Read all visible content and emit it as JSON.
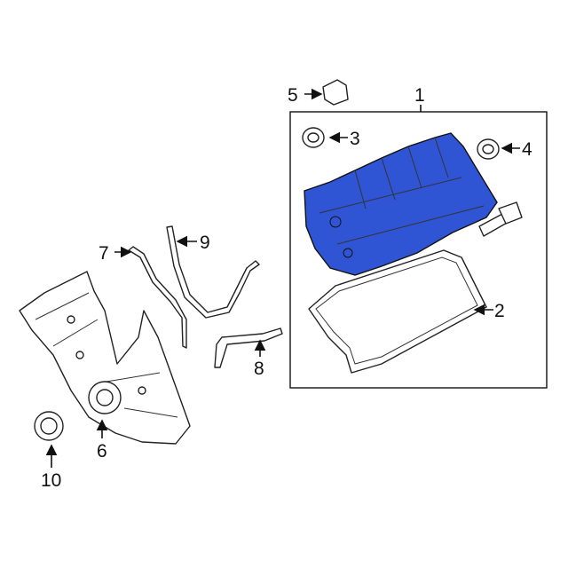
{
  "diagram": {
    "highlight_color": "#2f55d4",
    "callouts": [
      {
        "id": "1",
        "label": "1"
      },
      {
        "id": "2",
        "label": "2"
      },
      {
        "id": "3",
        "label": "3"
      },
      {
        "id": "4",
        "label": "4"
      },
      {
        "id": "5",
        "label": "5"
      },
      {
        "id": "6",
        "label": "6"
      },
      {
        "id": "7",
        "label": "7"
      },
      {
        "id": "8",
        "label": "8"
      },
      {
        "id": "9",
        "label": "9"
      },
      {
        "id": "10",
        "label": "10"
      }
    ]
  }
}
